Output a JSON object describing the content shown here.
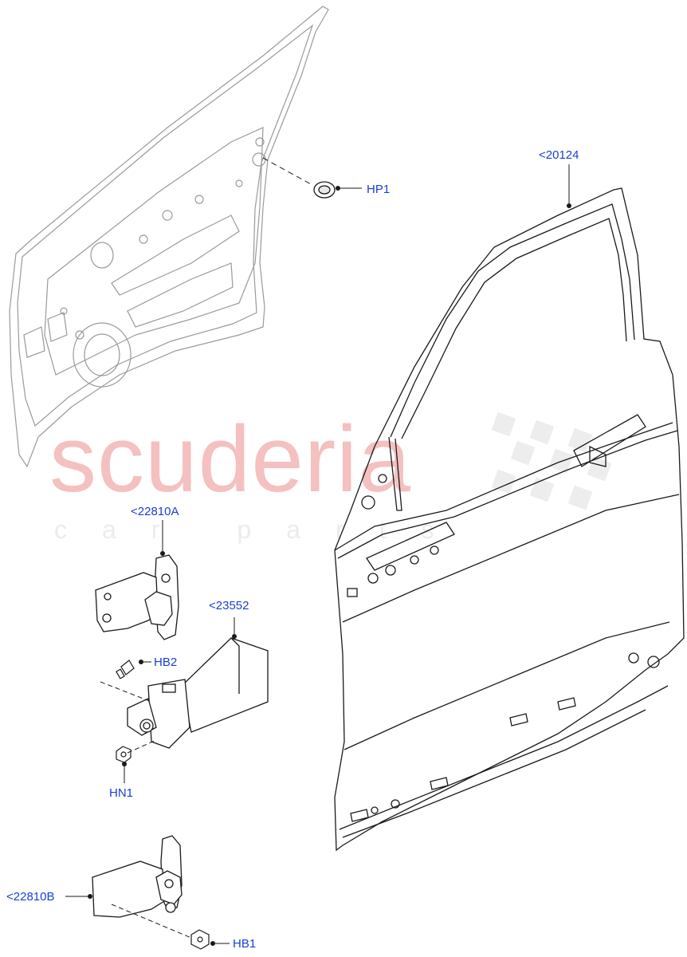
{
  "watermark": {
    "brand": "scuderia",
    "tagline": "car parts"
  },
  "callouts": {
    "hp1": "HP1",
    "p20124": "<20124",
    "p22810a": "<22810A",
    "p23552": "<23552",
    "hb2": "HB2",
    "hn1": "HN1",
    "p22810b": "<22810B",
    "hb1": "HB1"
  },
  "colors": {
    "callout_text": "#1a3fd6",
    "line_art": "#1a1a1a",
    "ghost_art": "#9a9a9a",
    "watermark": "#f4c0c0"
  }
}
